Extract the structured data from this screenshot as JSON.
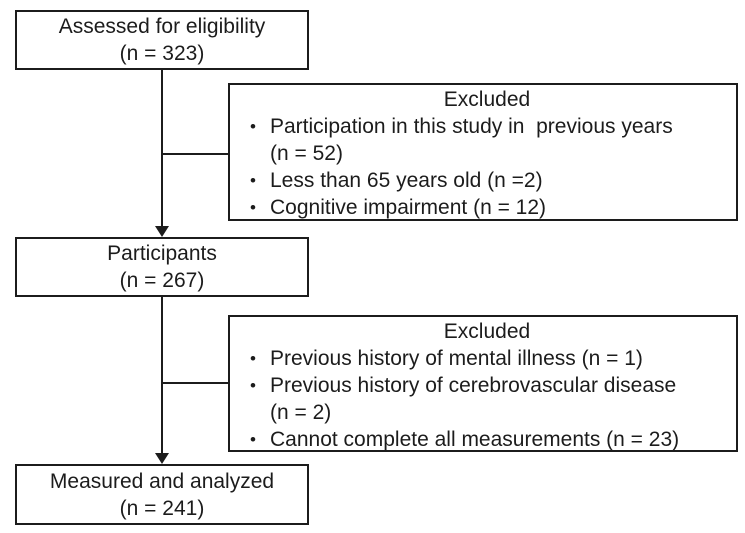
{
  "flowchart": {
    "boxes": {
      "assessed": {
        "lines": [
          "Assessed for eligibility",
          "(n = 323)"
        ]
      },
      "excluded1": {
        "title": "Excluded",
        "items": [
          {
            "lines": [
              "Participation in this study in  previous years",
              "(n = 52)"
            ]
          },
          {
            "lines": [
              "Less than 65 years old (n =2)"
            ]
          },
          {
            "lines": [
              "Cognitive impairment (n = 12)"
            ]
          }
        ]
      },
      "participants": {
        "lines": [
          "Participants",
          "(n = 267)"
        ]
      },
      "excluded2": {
        "title": "Excluded",
        "items": [
          {
            "lines": [
              "Previous history of mental illness (n = 1)"
            ]
          },
          {
            "lines": [
              "Previous history of cerebrovascular disease",
              "(n = 2)"
            ]
          },
          {
            "lines": [
              "Cannot complete all measurements (n = 23)"
            ]
          }
        ]
      },
      "measured": {
        "lines": [
          "Measured and analyzed",
          "(n = 241)"
        ]
      }
    },
    "bullet": "•",
    "colors": {
      "line": "#1c1c1c",
      "text": "#1c1c1c",
      "box_background": "#ffffff",
      "page_background": "#ffffff"
    }
  }
}
